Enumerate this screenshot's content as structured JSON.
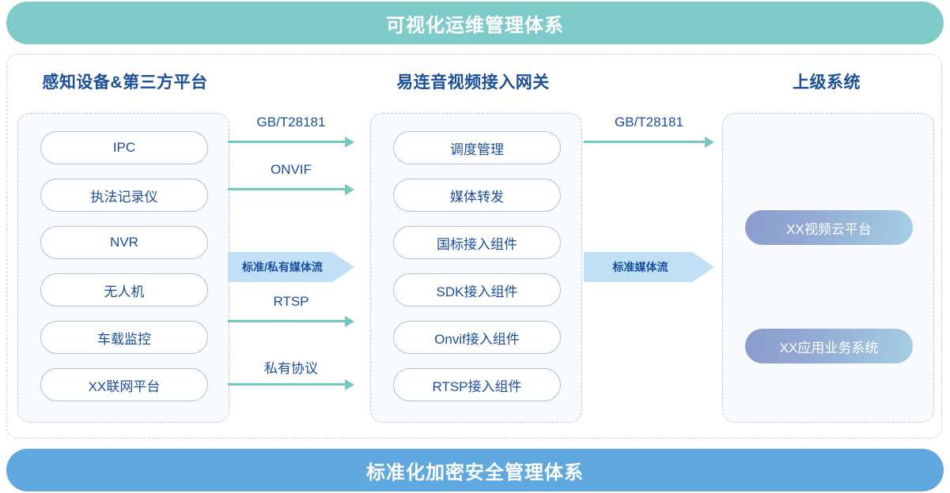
{
  "banners": {
    "top": "可视化运维管理体系",
    "bottom": "标准化加密安全管理体系",
    "top_color": "#7ecbc9",
    "bottom_color": "#5fa9e0"
  },
  "columns": {
    "left": {
      "title": "感知设备&第三方平台",
      "items": [
        "IPC",
        "执法记录仪",
        "NVR",
        "无人机",
        "车载监控",
        "XX联网平台"
      ]
    },
    "middle": {
      "title": "易连音视频接入网关",
      "items": [
        "调度管理",
        "媒体转发",
        "国标接入组件",
        "SDK接入组件",
        "Onvif接入组件",
        "RTSP接入组件"
      ]
    },
    "right": {
      "title": "上级系统",
      "items": [
        "XX视频云平台",
        "XX应用业务系统"
      ]
    }
  },
  "connectors": {
    "left_to_middle": {
      "thin": [
        "GB/T28181",
        "ONVIF",
        "RTSP",
        "私有协议"
      ],
      "block": "标准/私有媒体流"
    },
    "middle_to_right": {
      "thin": [
        "GB/T28181"
      ],
      "block": "标准媒体流"
    }
  },
  "colors": {
    "title_blue": "#1b4f9c",
    "pill_border": "#aebfdd",
    "pill_text": "#1a4fa0",
    "thin_arrow": "#74c8be",
    "block_arrow": "#bfe0f5",
    "dashed_border": "#b9c8e4",
    "gradient_start": "#8a9ccd",
    "gradient_end": "#a5cfe4"
  }
}
